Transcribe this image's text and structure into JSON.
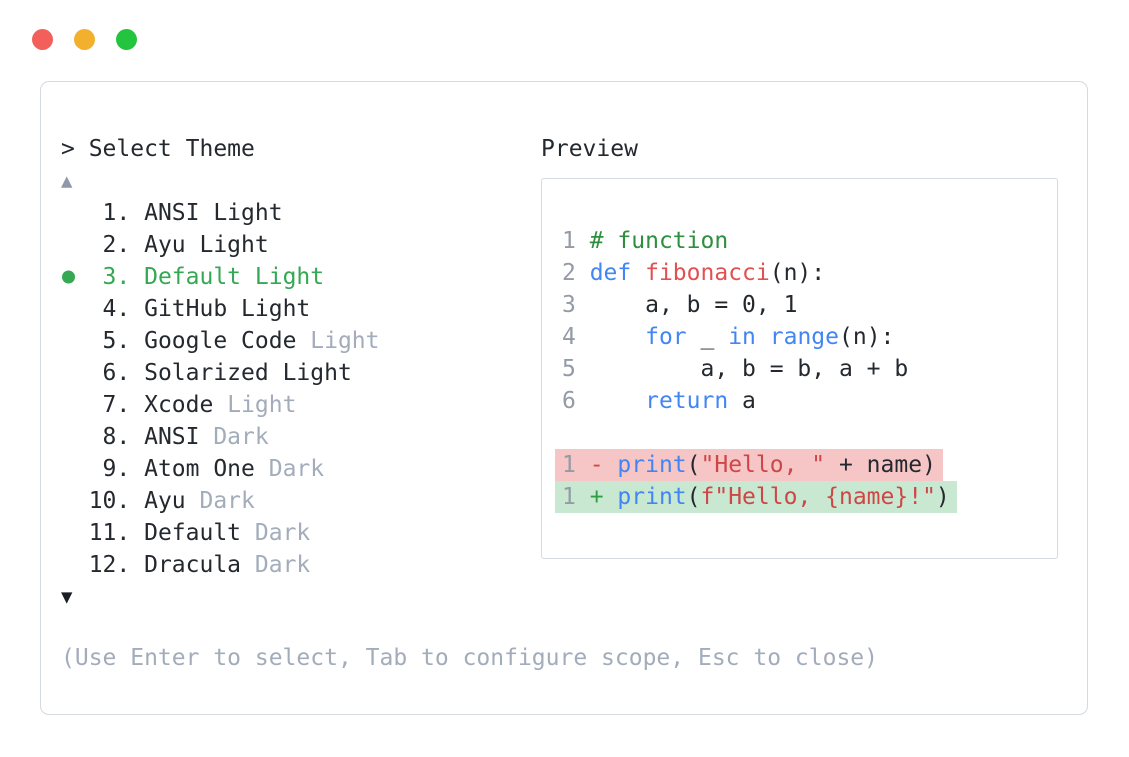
{
  "window": {
    "dot_colors": {
      "close": "#f3605b",
      "minimize": "#f2b02d",
      "maximize": "#23c53e"
    }
  },
  "theme_selector": {
    "header": "> Select Theme",
    "scroll_up_icon": "▲",
    "scroll_down_icon": "▼",
    "items": [
      {
        "number": " 1",
        "name": "ANSI Light",
        "variant": "",
        "selected": false
      },
      {
        "number": " 2",
        "name": "Ayu Light",
        "variant": "",
        "selected": false
      },
      {
        "number": " 3",
        "name": "Default Light",
        "variant": "",
        "selected": true
      },
      {
        "number": " 4",
        "name": "GitHub Light",
        "variant": "",
        "selected": false
      },
      {
        "number": " 5",
        "name": "Google Code",
        "variant": "Light",
        "selected": false
      },
      {
        "number": " 6",
        "name": "Solarized Light",
        "variant": "",
        "selected": false
      },
      {
        "number": " 7",
        "name": "Xcode",
        "variant": "Light",
        "selected": false
      },
      {
        "number": " 8",
        "name": "ANSI",
        "variant": "Dark",
        "selected": false
      },
      {
        "number": " 9",
        "name": "Atom One",
        "variant": "Dark",
        "selected": false
      },
      {
        "number": "10",
        "name": "Ayu",
        "variant": "Dark",
        "selected": false
      },
      {
        "number": "11",
        "name": "Default",
        "variant": "Dark",
        "selected": false
      },
      {
        "number": "12",
        "name": "Dracula",
        "variant": "Dark",
        "selected": false
      }
    ],
    "footer_hint": "(Use Enter to select, Tab to configure scope, Esc to close)"
  },
  "preview": {
    "label": "Preview",
    "lines": [
      {
        "num": "1",
        "diff": "",
        "tokens": [
          [
            "comment",
            "# function"
          ]
        ]
      },
      {
        "num": "2",
        "diff": "",
        "tokens": [
          [
            "kw",
            "def"
          ],
          [
            "plain",
            " "
          ],
          [
            "fn",
            "fibonacci"
          ],
          [
            "plain",
            "(n):"
          ]
        ]
      },
      {
        "num": "3",
        "diff": "",
        "tokens": [
          [
            "plain",
            "    a, b = 0, 1"
          ]
        ]
      },
      {
        "num": "4",
        "diff": "",
        "tokens": [
          [
            "plain",
            "    "
          ],
          [
            "kw",
            "for"
          ],
          [
            "plain",
            " _ "
          ],
          [
            "kw",
            "in"
          ],
          [
            "plain",
            " "
          ],
          [
            "kw",
            "range"
          ],
          [
            "plain",
            "(n):"
          ]
        ]
      },
      {
        "num": "5",
        "diff": "",
        "tokens": [
          [
            "plain",
            "        a, b = b, a + b"
          ]
        ]
      },
      {
        "num": "6",
        "diff": "",
        "tokens": [
          [
            "plain",
            "    "
          ],
          [
            "kw",
            "return"
          ],
          [
            "plain",
            " a"
          ]
        ]
      },
      {
        "num": "",
        "diff": "",
        "tokens": []
      },
      {
        "num": "1",
        "diff": "del",
        "tokens": [
          [
            "minus",
            "- "
          ],
          [
            "kw",
            "print"
          ],
          [
            "plain",
            "("
          ],
          [
            "str",
            "\"Hello, \""
          ],
          [
            "plain",
            " + name)"
          ]
        ]
      },
      {
        "num": "1",
        "diff": "add",
        "tokens": [
          [
            "plus",
            "+ "
          ],
          [
            "kw",
            "print"
          ],
          [
            "plain",
            "("
          ],
          [
            "str",
            "f\"Hello, {name}!\""
          ],
          [
            "plain",
            ")"
          ]
        ]
      }
    ]
  },
  "colors": {
    "dot_red": "#f3605b",
    "dot_yellow": "#f2b02d",
    "dot_green": "#23c53e",
    "border": "#d5d9e0",
    "text": "#24292f",
    "muted": "#a3acba",
    "line_number": "#939ba6",
    "arrow_up": "#8e99ab",
    "arrow_down": "#1b1f24",
    "selected_green": "#34a853",
    "comment_green": "#2e8f3e",
    "keyword_blue": "#4285f4",
    "function_red": "#e05252",
    "string_red": "#cf4647",
    "diff_minus": "#d04a45",
    "diff_plus": "#2f9e44",
    "diff_del_bg": "#f6c5c5",
    "diff_add_bg": "#c9e8d1"
  }
}
